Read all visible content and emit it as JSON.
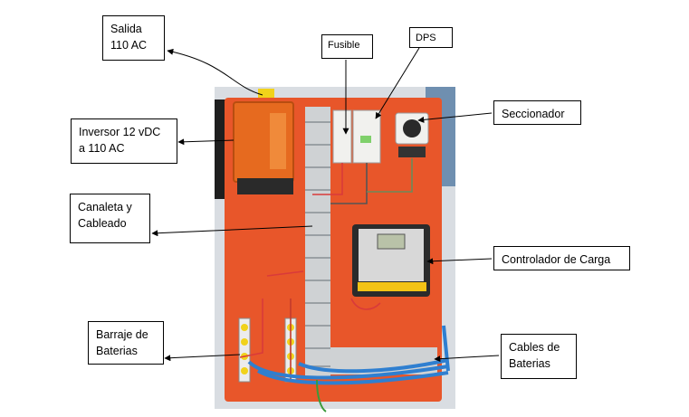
{
  "labels": {
    "salida": "Salida\n110 AC",
    "inversor": "Inversor 12 vDC\na 110 AC",
    "canaleta": "Canaleta y\nCableado",
    "barraje": "Barraje de\nBaterias",
    "fusible": "Fusible",
    "dps": "DPS",
    "seccionador": "Seccionador",
    "controlador": "Controlador de Carga",
    "cables": "Cables de\nBaterias"
  },
  "colors": {
    "board": "#e8562a",
    "inverter": "#e66a1f",
    "controller": "#2b2b2b",
    "cable_blue": "#2f7fd0",
    "wall": "#ffffff"
  }
}
